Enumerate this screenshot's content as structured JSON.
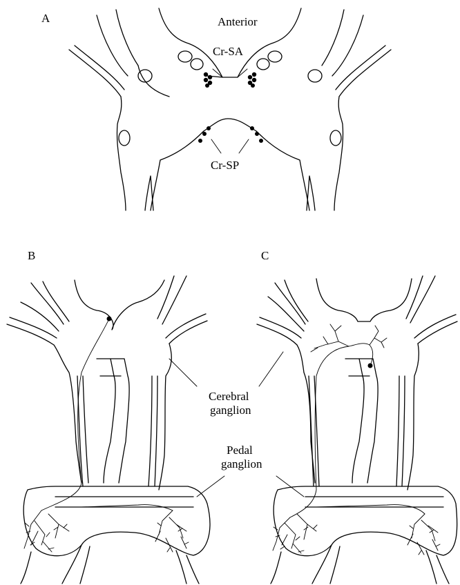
{
  "panels": {
    "a": "A",
    "b": "B",
    "c": "C"
  },
  "labels": {
    "anterior": "Anterior",
    "cr_sa": "Cr-SA",
    "cr_sp": "Cr-SP",
    "cerebral_line1": "Cerebral",
    "cerebral_line2": "ganglion",
    "pedal_line1": "Pedal",
    "pedal_line2": "ganglion"
  }
}
